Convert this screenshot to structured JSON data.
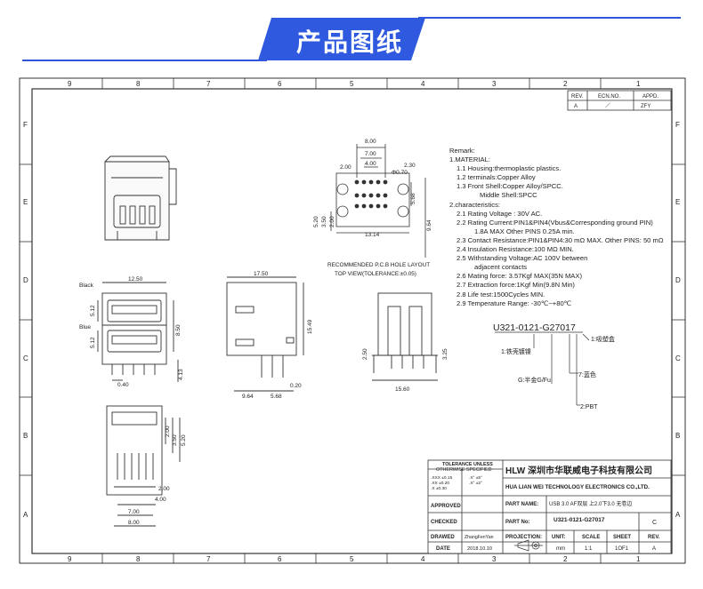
{
  "banner": {
    "title": "产品图纸"
  },
  "frame": {
    "columns": [
      "9",
      "8",
      "7",
      "6",
      "5",
      "4",
      "3",
      "2",
      "1"
    ],
    "rows": [
      "F",
      "E",
      "D",
      "C",
      "B",
      "A"
    ]
  },
  "revision_block": {
    "headers": [
      "REV.",
      "ECN.NO.",
      "APPD."
    ],
    "row": [
      "A",
      "／",
      "ZFY"
    ]
  },
  "pcb_view": {
    "dims": [
      "8.00",
      "7.00",
      "4.00",
      "2.00",
      "2.30",
      "Φ0.70",
      "5.68",
      "5.20",
      "3.50",
      "2.00",
      "13.14",
      "9.64"
    ],
    "caption_line1": "RECOMMENDED P.C.B HOLE LAYOUT",
    "caption_line2": "TOP VIEW(TOLERANCE:±0.05)"
  },
  "front_view": {
    "dims": [
      "12.50",
      "5.12",
      "8.50",
      "5.12",
      "0.40",
      "4.13"
    ],
    "label_black": "Black",
    "label_blue": "Blue"
  },
  "side_view": {
    "dims": [
      "17.50",
      "15.49",
      "0.20",
      "9.64",
      "5.68"
    ]
  },
  "rear_view": {
    "dims": [
      "2.50",
      "3.25",
      "15.60"
    ]
  },
  "bottom_view": {
    "dims": [
      "2.00",
      "3.50",
      "5.20",
      "2.00",
      "4.00",
      "7.00",
      "8.00"
    ]
  },
  "remark": {
    "lines": [
      "Remark:",
      "1.MATERIAL:",
      "1.1  Housing:thermoplastic plastics.",
      "1.2  terminals:Copper Alloy",
      "1.3  Front Shell:Copper Alloy/SPCC.",
      "Middle Shell:SPCC",
      "2.characteristics:",
      "2.1  Rating Voltage : 30V AC.",
      "2.2  Rating Current:PIN1&PIN4(Vbus&Corresponding ground PIN)",
      "1.8A MAX    Other PINS 0.25A min.",
      "2.3  Contact Resistance:PIN1&PIN4:30 mΩ MAX. Other PINS: 50 mΩ",
      "2.4  Insulation Resistance:100 MΩ MIN.",
      "2.5  Withstanding Voltage:AC 100V between",
      "adjacent contacts",
      "2.6  Mating force: 3.57Kgf MAX(35N MAX)",
      "2.7  Extraction force:1Kgf Min(9.8N Min)",
      "2.8  Life test:1500Cycles MIN.",
      "2.9  Temperature Range: -30℃~+80℃"
    ]
  },
  "part_code": {
    "code": "U321-0121-G27017",
    "c1": "1:铁壳镀镍",
    "c2": "1:吸塑盒",
    "c3": "G:半金G/Fu",
    "c4": "7:蓝色",
    "c5": "2:PBT"
  },
  "title_block": {
    "tolerance_title": "TOLERANCE UNLESS",
    "tolerance_sub": "OTHERWISE SPECIFIED",
    "tol1": ".XXX  ±0.15",
    "tol2": ".XX   ±0.20",
    "tol3": ".X    ±0.30",
    "ang1": ".X°  ±5°",
    "ang2": ".X°  ±2°",
    "company_cn": "深圳市华联威电子科技有限公司",
    "company_en": "HUA LIAN WEI TECHNOLOGY ELECTRONICS CO.,LTD.",
    "logo_text": "HLW",
    "approved_label": "APPROVED",
    "checked_label": "CHECKED",
    "drawed_label": "DRAWED",
    "date_label": "DATE",
    "drawer": "ZhangFenYan",
    "date": "2018.10.10",
    "part_name_label": "PART NAME:",
    "part_name": "USB 3.0 AF双层 上2.0下3.0 无卷边",
    "part_no_label": "PART No:",
    "part_no": "U321-0121-G27017",
    "rev_c": "C",
    "projection_label": "PROJECTION:",
    "unit_label": "UNIT:",
    "scale_label": "SCALE",
    "sheet_label": "SHEET",
    "rev_label": "REV.",
    "unit": "mm",
    "scale": "1:1",
    "sheet": "1OF1",
    "rev": "A"
  }
}
